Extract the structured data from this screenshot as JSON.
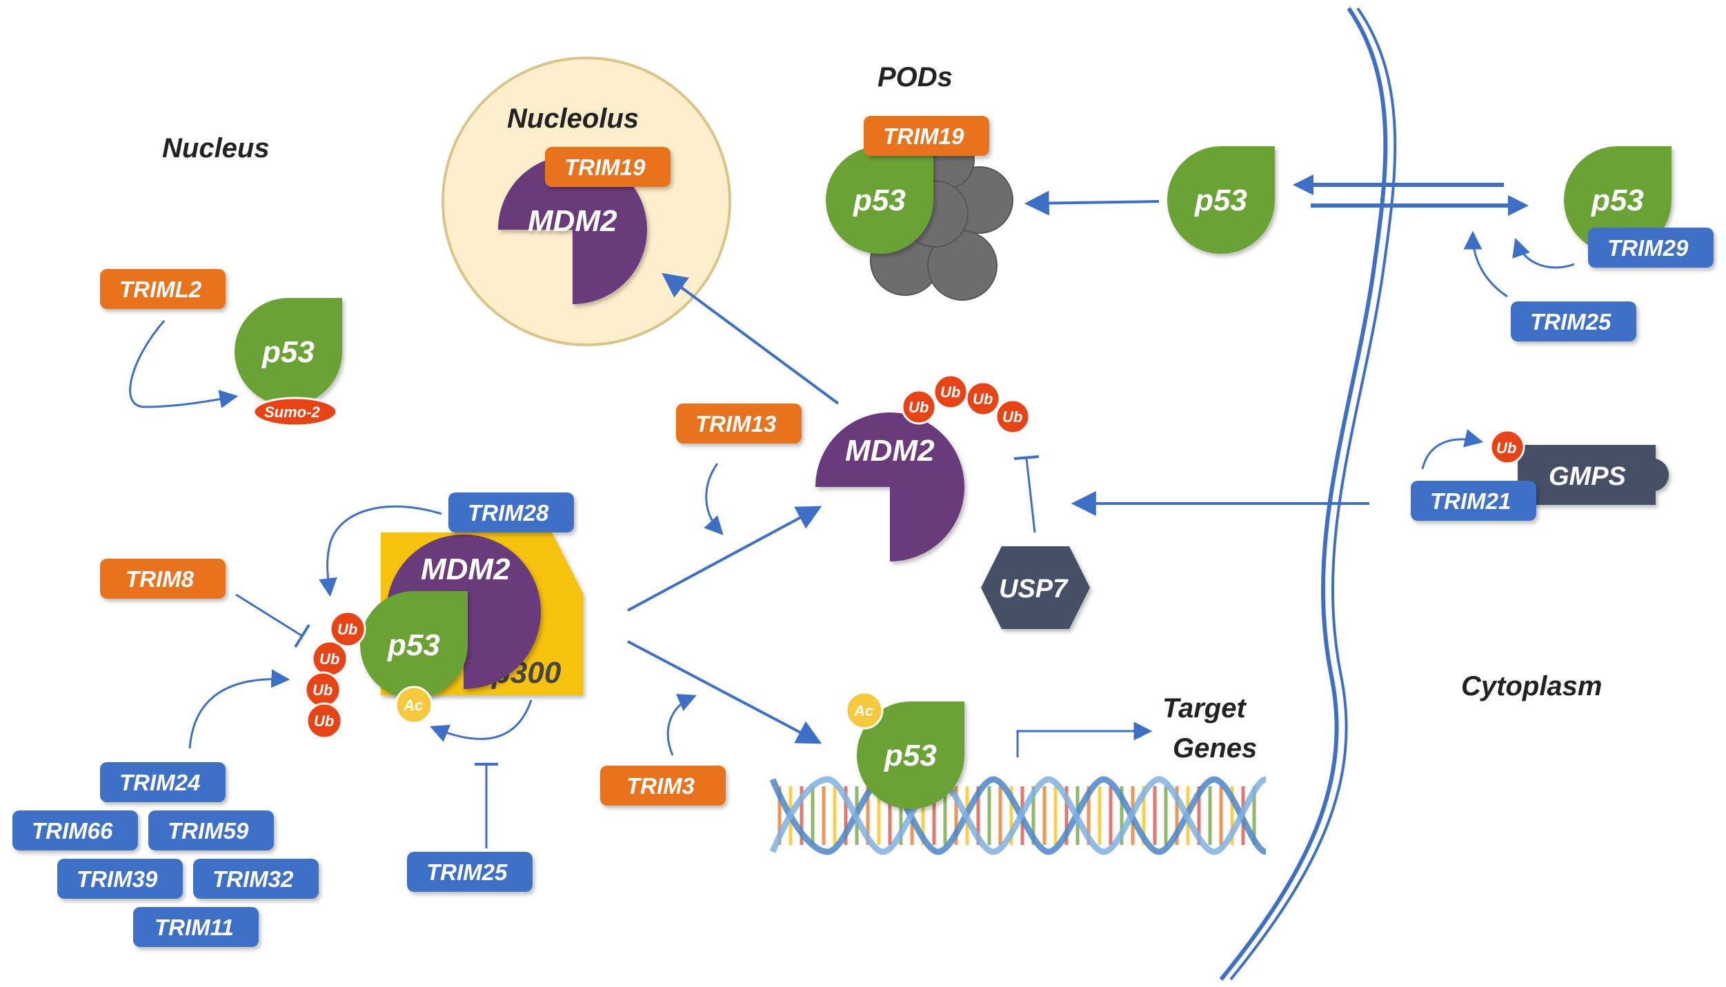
{
  "colors": {
    "orange": "#E8731E",
    "blue": "#3E6FC6",
    "green": "#6BA235",
    "purple": "#6B3A7A",
    "p300": "#F5C20D",
    "gray": "#6D6D6D",
    "slate": "#445066",
    "ub": "#E84315",
    "ac": "#F6C93C",
    "nucleolus_fill": "#FDEFCB",
    "arrow": "#3E6FC6"
  },
  "regions": {
    "nucleus": "Nucleus",
    "nucleolus": "Nucleolus",
    "pods": "PODs",
    "cytoplasm": "Cytoplasm",
    "target_genes_line1": "Target",
    "target_genes_line2": "Genes"
  },
  "proteins": {
    "p53": "p53",
    "mdm2": "MDM2",
    "p300": "p300",
    "usp7": "USP7",
    "gmps": "GMPS",
    "sumo": "Sumo-2",
    "ub": "Ub",
    "ac": "Ac"
  },
  "trims": {
    "triml2": "TRIML2",
    "trim19_nucleolus": "TRIM19",
    "trim19_pods": "TRIM19",
    "trim29": "TRIM29",
    "trim25_cyto": "TRIM25",
    "trim13": "TRIM13",
    "trim21": "TRIM21",
    "trim28": "TRIM28",
    "trim8": "TRIM8",
    "trim24": "TRIM24",
    "trim66": "TRIM66",
    "trim59": "TRIM59",
    "trim39": "TRIM39",
    "trim32": "TRIM32",
    "trim11": "TRIM11",
    "trim25_nuc": "TRIM25",
    "trim3": "TRIM3"
  }
}
